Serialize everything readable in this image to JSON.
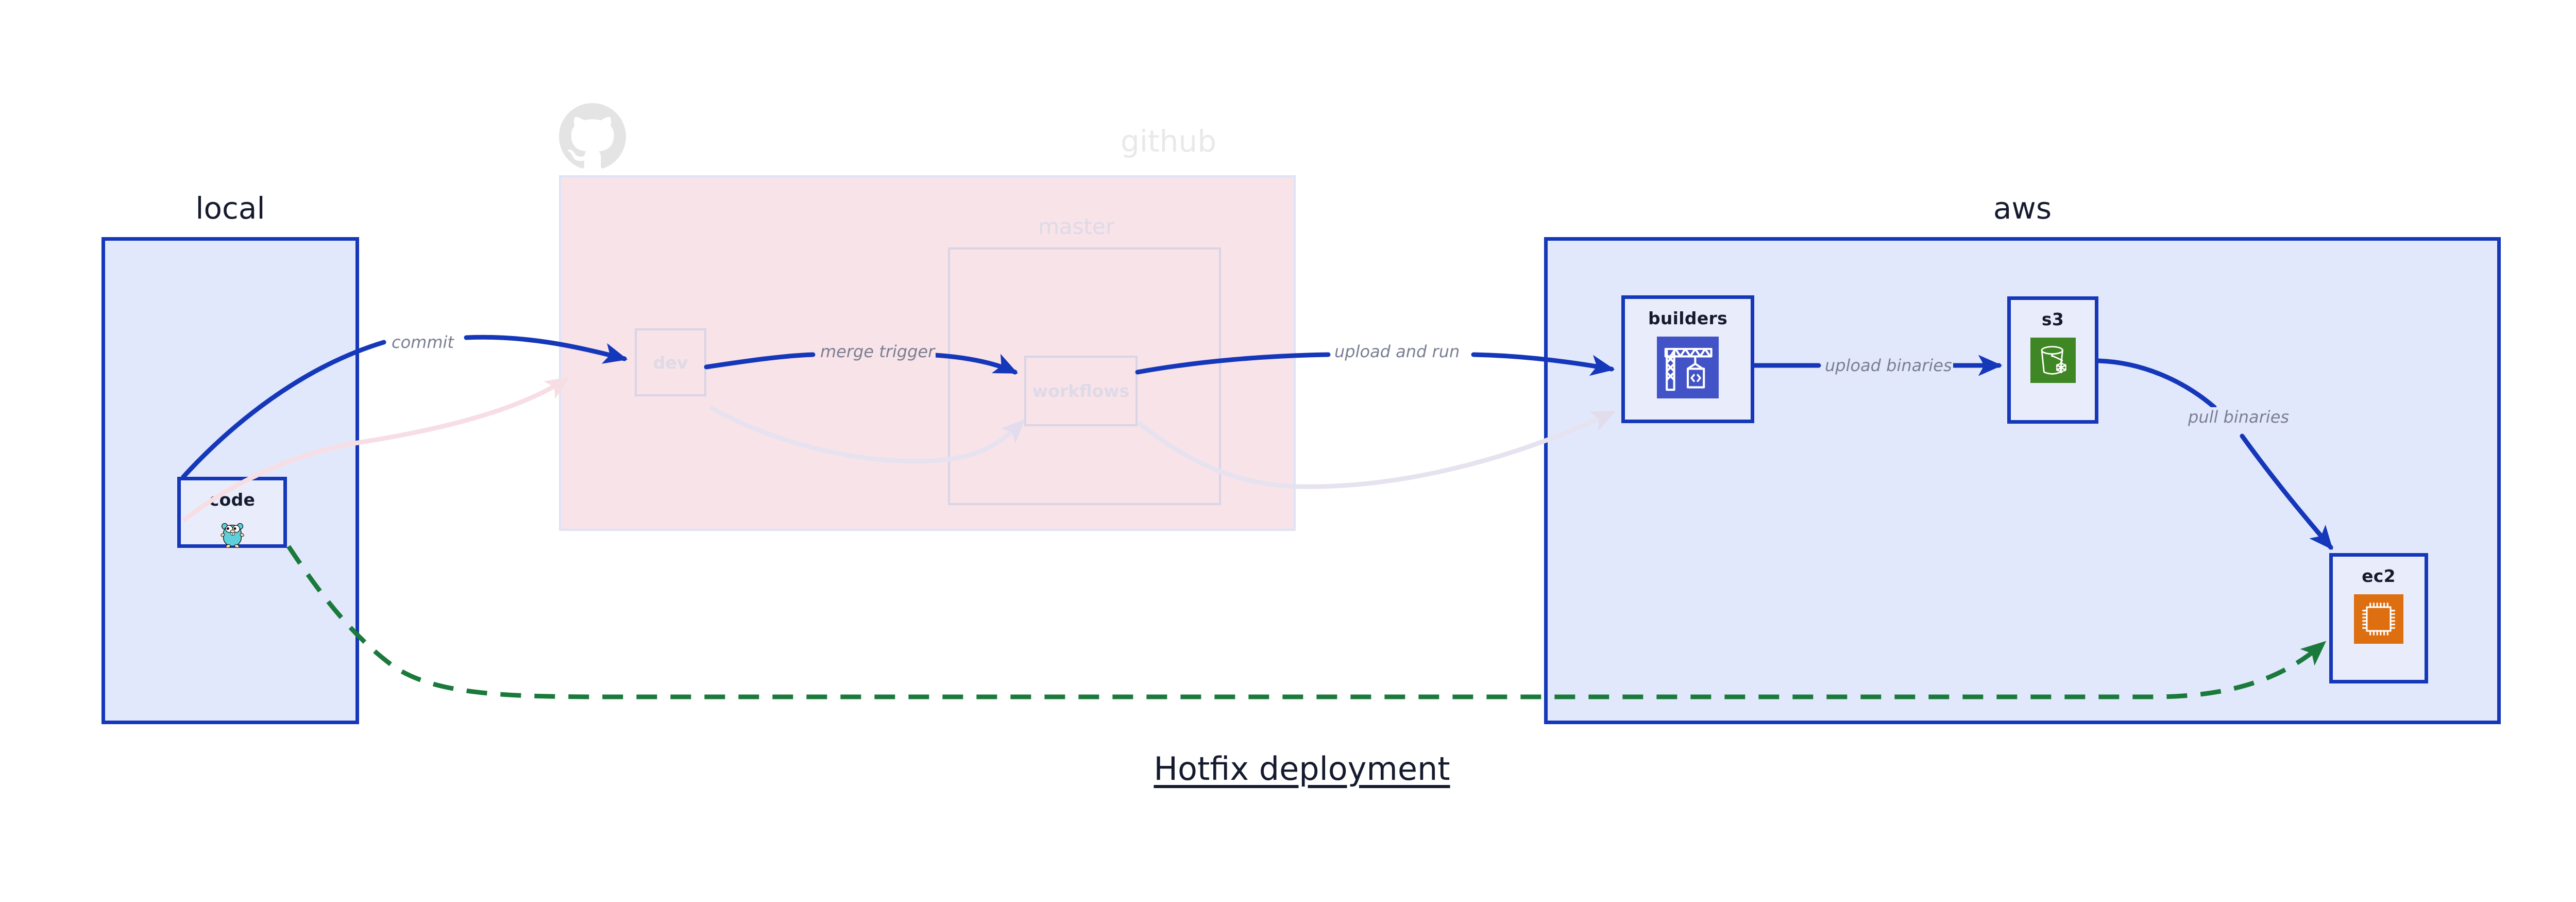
{
  "diagram": {
    "title": "Hotfix deployment",
    "colors": {
      "container_blue_fill": "#e2e8fb",
      "container_blue_border": "#1537ba",
      "container_pink_fill": "#f8e3e8",
      "container_pink_border": "#dde4f7",
      "ghost_border": "#d9d4e6",
      "ghost_text": "#dedae7",
      "arrow_blue": "#1537ba",
      "arrow_green": "#1a7a3c",
      "ghost_arrow": "#e7e2ef",
      "edge_label_text": "#7a7e92",
      "node_title_text": "#151a2e",
      "github_logo_gray": "#e4e4e4",
      "builders_icon_bg": "#4253c7",
      "s3_icon_bg": "#3f8624",
      "ec2_icon_bg": "#dd6f11",
      "gopher_body": "#5ed0dc"
    }
  },
  "groups": [
    {
      "id": "local",
      "label": "local",
      "style": "solid-blue"
    },
    {
      "id": "github",
      "label": "github",
      "style": "faded-pink"
    },
    {
      "id": "aws",
      "label": "aws",
      "style": "solid-blue"
    }
  ],
  "github": {
    "label": "github",
    "logo_icon": "github-octocat-icon",
    "master": {
      "label": "master"
    },
    "nodes": [
      {
        "id": "dev",
        "label": "dev",
        "state": "faded"
      },
      {
        "id": "workflows",
        "label": "workflows",
        "state": "faded"
      }
    ]
  },
  "local": {
    "label": "local",
    "nodes": [
      {
        "id": "code",
        "label": "code",
        "icon": "go-gopher-icon"
      }
    ]
  },
  "aws": {
    "label": "aws",
    "nodes": [
      {
        "id": "builders",
        "label": "builders",
        "icon": "crane-code-icon"
      },
      {
        "id": "s3",
        "label": "s3",
        "icon": "s3-bucket-snowflake-icon"
      },
      {
        "id": "ec2",
        "label": "ec2",
        "icon": "cpu-chip-icon"
      }
    ]
  },
  "edges": [
    {
      "id": "commit",
      "label": "commit",
      "from": "code",
      "to": "dev",
      "style": "solid-blue"
    },
    {
      "id": "merge-trigger",
      "label": "merge trigger",
      "from": "dev",
      "to": "workflows",
      "style": "solid-blue"
    },
    {
      "id": "upload-and-run",
      "label": "upload and run",
      "from": "workflows",
      "to": "builders",
      "style": "solid-blue"
    },
    {
      "id": "upload-binaries",
      "label": "upload binaries",
      "from": "builders",
      "to": "s3",
      "style": "solid-blue"
    },
    {
      "id": "pull-binaries",
      "label": "pull binaries",
      "from": "s3",
      "to": "ec2",
      "style": "solid-blue"
    },
    {
      "id": "hotfix-direct",
      "label": "",
      "from": "code",
      "to": "ec2",
      "style": "dashed-green"
    }
  ]
}
